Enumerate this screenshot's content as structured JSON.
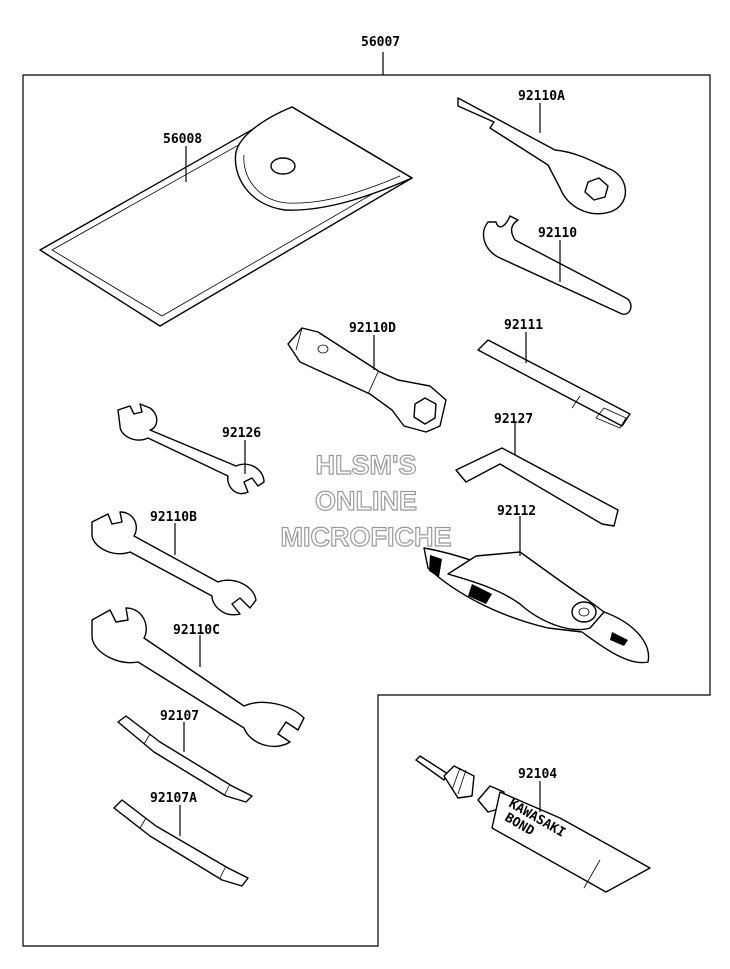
{
  "labels": {
    "kit": "56007",
    "pouch": "56008",
    "ring_wrench": "92110A",
    "hook_wrench": "92110",
    "socket_wrench": "92110D",
    "bar": "92111",
    "wrench_small": "92126",
    "hex_key": "92127",
    "wrench_medium": "92110B",
    "pliers": "92112",
    "wrench_large": "92110C",
    "screwdriver": "92107",
    "screwdriver_a": "92107A",
    "bond_tube": "92104"
  },
  "tube_text": {
    "line1": "KAWASAKI",
    "line2": "BOND"
  },
  "watermark": {
    "line1": "HLSM'S",
    "line2": "ONLINE",
    "line3": "MICROFICHE"
  }
}
